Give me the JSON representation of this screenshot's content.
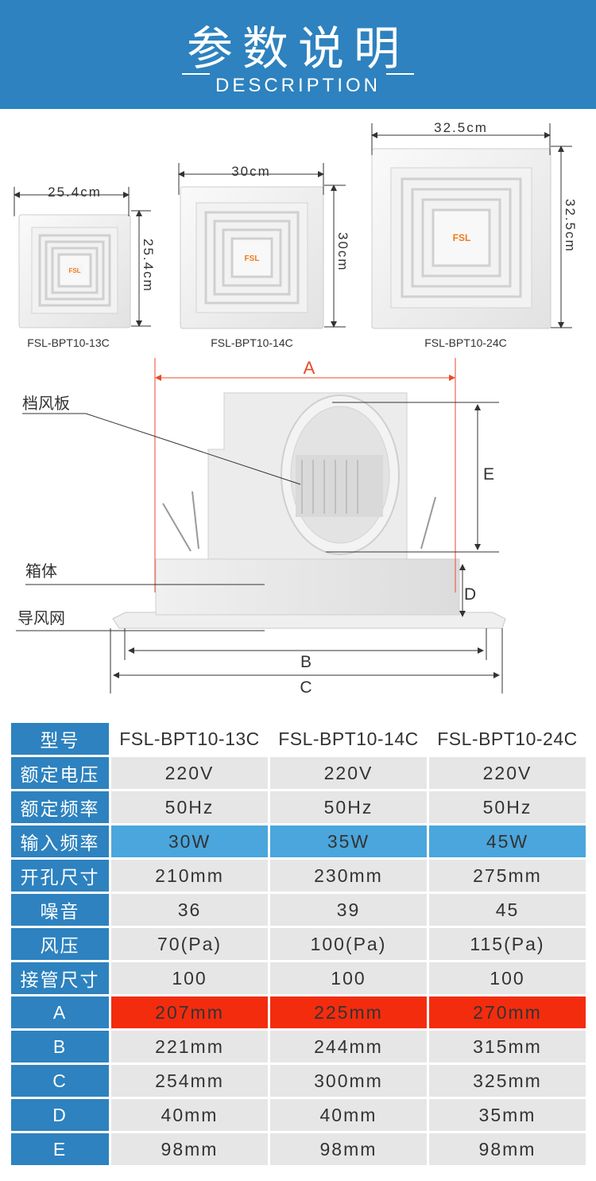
{
  "header": {
    "title": "参数说明",
    "subtitle": "DESCRIPTION"
  },
  "colors": {
    "brand_blue": "#2d82bf",
    "highlight_blue": "#4aa6dc",
    "highlight_red": "#f32c0e",
    "logo_orange": "#f07a1a"
  },
  "products": [
    {
      "model": "FSL-BPT10-13C",
      "width_label": "25.4cm",
      "height_label": "25.4cm",
      "logo": "FSL"
    },
    {
      "model": "FSL-BPT10-14C",
      "width_label": "30cm",
      "height_label": "30cm",
      "logo": "FSL"
    },
    {
      "model": "FSL-BPT10-24C",
      "width_label": "32.5cm",
      "height_label": "32.5cm",
      "logo": "FSL"
    }
  ],
  "diagram": {
    "part_damper": "档风板",
    "part_box": "箱体",
    "part_grille": "导风网",
    "dim_a": "A",
    "dim_b": "B",
    "dim_c": "C",
    "dim_d": "D",
    "dim_e": "E"
  },
  "spec_table": {
    "rows": [
      {
        "label": "型号",
        "values": [
          "FSL-BPT10-13C",
          "FSL-BPT10-14C",
          "FSL-BPT10-24C"
        ]
      },
      {
        "label": "额定电压",
        "values": [
          "220V",
          "220V",
          "220V"
        ]
      },
      {
        "label": "额定频率",
        "values": [
          "50Hz",
          "50Hz",
          "50Hz"
        ]
      },
      {
        "label": "输入频率",
        "values": [
          "30W",
          "35W",
          "45W"
        ]
      },
      {
        "label": "开孔尺寸",
        "values": [
          "210mm",
          "230mm",
          "275mm"
        ]
      },
      {
        "label": "噪音",
        "values": [
          "36",
          "39",
          "45"
        ]
      },
      {
        "label": "风压",
        "values": [
          "70(Pa)",
          "100(Pa)",
          "115(Pa)"
        ]
      },
      {
        "label": "接管尺寸",
        "values": [
          "100",
          "100",
          "100"
        ]
      },
      {
        "label": "A",
        "values": [
          "207mm",
          "225mm",
          "270mm"
        ]
      },
      {
        "label": "B",
        "values": [
          "221mm",
          "244mm",
          "315mm"
        ]
      },
      {
        "label": "C",
        "values": [
          "254mm",
          "300mm",
          "325mm"
        ]
      },
      {
        "label": "D",
        "values": [
          "40mm",
          "40mm",
          "35mm"
        ]
      },
      {
        "label": "E",
        "values": [
          "98mm",
          "98mm",
          "98mm"
        ]
      }
    ]
  }
}
